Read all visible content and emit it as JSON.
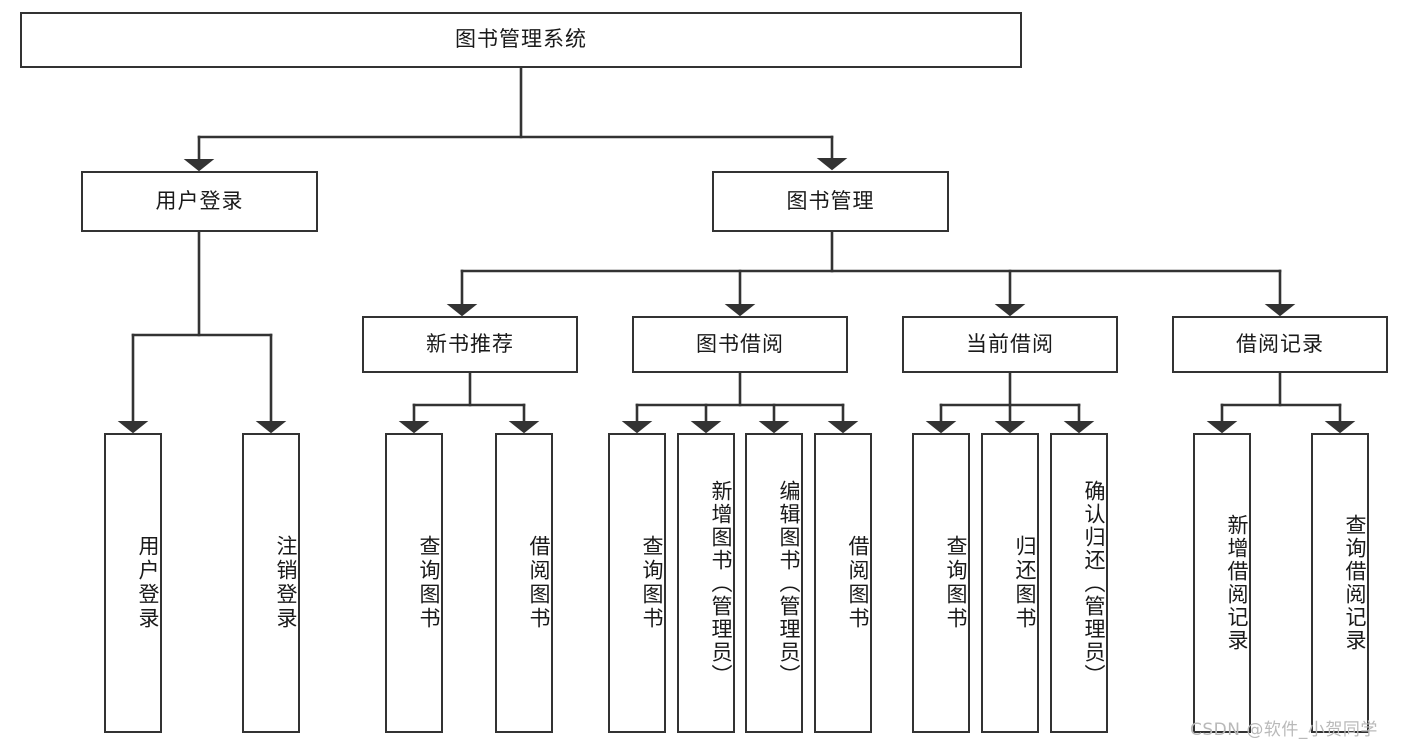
{
  "diagram": {
    "type": "tree-hierarchy",
    "title": "图书管理系统",
    "root": {
      "id": "root",
      "label": "图书管理系统"
    },
    "level2": [
      {
        "id": "user-login",
        "label": "用户登录"
      },
      {
        "id": "book-manage",
        "label": "图书管理"
      }
    ],
    "level3": [
      {
        "id": "new-book-rec",
        "label": "新书推荐",
        "parent": "book-manage"
      },
      {
        "id": "book-borrow",
        "label": "图书借阅",
        "parent": "book-manage"
      },
      {
        "id": "current-borrow",
        "label": "当前借阅",
        "parent": "book-manage"
      },
      {
        "id": "borrow-record",
        "label": "借阅记录",
        "parent": "book-manage"
      }
    ],
    "leaves": [
      {
        "id": "leaf-user-login",
        "label": "用户登录",
        "parent": "user-login"
      },
      {
        "id": "leaf-logout",
        "label": "注销登录",
        "parent": "user-login"
      },
      {
        "id": "leaf-query-book-1",
        "label": "查询图书",
        "parent": "new-book-rec"
      },
      {
        "id": "leaf-borrow-book-1",
        "label": "借阅图书",
        "parent": "new-book-rec"
      },
      {
        "id": "leaf-query-book-2",
        "label": "查询图书",
        "parent": "book-borrow"
      },
      {
        "id": "leaf-add-book",
        "label": "新增图书（管理员）",
        "parent": "book-borrow"
      },
      {
        "id": "leaf-edit-book",
        "label": "编辑图书（管理员）",
        "parent": "book-borrow"
      },
      {
        "id": "leaf-borrow-book-2",
        "label": "借阅图书",
        "parent": "book-borrow"
      },
      {
        "id": "leaf-query-book-3",
        "label": "查询图书",
        "parent": "current-borrow"
      },
      {
        "id": "leaf-return-book",
        "label": "归还图书",
        "parent": "current-borrow"
      },
      {
        "id": "leaf-confirm-return",
        "label": "确认归还（管理员）",
        "parent": "current-borrow"
      },
      {
        "id": "leaf-add-record",
        "label": "新增借阅记录",
        "parent": "borrow-record"
      },
      {
        "id": "leaf-query-record",
        "label": "查询借阅记录",
        "parent": "borrow-record"
      }
    ],
    "colors": {
      "stroke": "#333333",
      "fill": "#ffffff",
      "text": "#1a1a1a",
      "watermark": "#b9b9b9"
    }
  },
  "watermark": {
    "text": "CSDN @软件_小贺同学"
  }
}
